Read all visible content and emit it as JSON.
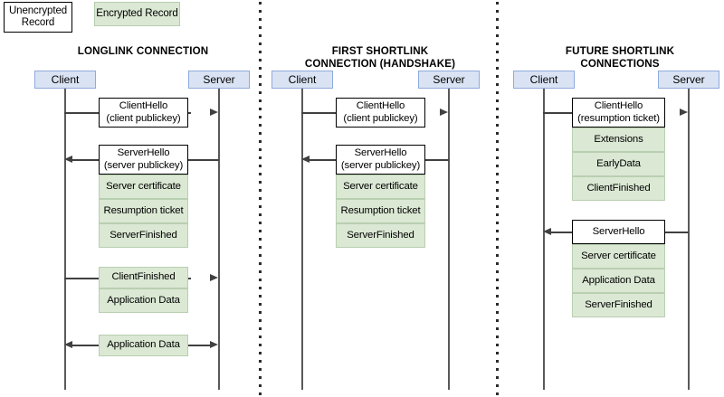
{
  "legend": {
    "unencrypted": "Unencrypted\nRecord",
    "encrypted": "Encrypted Record",
    "unencrypted_fill": "#ffffff",
    "encrypted_fill": "#dbe8d4"
  },
  "colors": {
    "actor_fill": "#dae3f3",
    "actor_border": "#8faadc",
    "encrypted_fill": "#dbe8d4",
    "encrypted_border": "#b9cfb1",
    "plain_fill": "#ffffff",
    "plain_border": "#000000",
    "lifeline": "#595959",
    "arrow": "#404040"
  },
  "columns": [
    {
      "title": "LONGLINK\nCONNECTION",
      "client_label": "Client",
      "server_label": "Server",
      "records": [
        {
          "text": "ClientHello\n(client publickey)",
          "type": "plain",
          "direction": "right"
        },
        {
          "text": "ServerHello\n(server publickey)",
          "type": "plain",
          "direction": "left"
        },
        {
          "text": "Server certificate",
          "type": "encrypted",
          "direction": "none"
        },
        {
          "text": "Resumption ticket",
          "type": "encrypted",
          "direction": "none"
        },
        {
          "text": "ServerFinished",
          "type": "encrypted",
          "direction": "none"
        },
        {
          "text": "ClientFinished",
          "type": "encrypted",
          "direction": "right"
        },
        {
          "text": "Application Data",
          "type": "encrypted",
          "direction": "none"
        },
        {
          "text": "Application Data",
          "type": "encrypted",
          "direction": "both"
        }
      ]
    },
    {
      "title": "FIRST SHORTLINK\nCONNECTION (HANDSHAKE)",
      "client_label": "Client",
      "server_label": "Server",
      "records": [
        {
          "text": "ClientHello\n(client publickey)",
          "type": "plain",
          "direction": "right"
        },
        {
          "text": "ServerHello\n(server publickey)",
          "type": "plain",
          "direction": "left"
        },
        {
          "text": "Server certificate",
          "type": "encrypted",
          "direction": "none"
        },
        {
          "text": "Resumption ticket",
          "type": "encrypted",
          "direction": "none"
        },
        {
          "text": "ServerFinished",
          "type": "encrypted",
          "direction": "none"
        }
      ]
    },
    {
      "title": "FUTURE SHORTLINK\nCONNECTIONS",
      "client_label": "Client",
      "server_label": "Server",
      "records": [
        {
          "text": "ClientHello\n(resumption ticket)",
          "type": "plain",
          "direction": "right"
        },
        {
          "text": "Extensions",
          "type": "encrypted",
          "direction": "none"
        },
        {
          "text": "EarlyData",
          "type": "encrypted",
          "direction": "none"
        },
        {
          "text": "ClientFinished",
          "type": "encrypted",
          "direction": "none"
        },
        {
          "text": "ServerHello",
          "type": "plain",
          "direction": "left"
        },
        {
          "text": "Server certificate",
          "type": "encrypted",
          "direction": "none"
        },
        {
          "text": "Application Data",
          "type": "encrypted",
          "direction": "none"
        },
        {
          "text": "ServerFinished",
          "type": "encrypted",
          "direction": "none"
        }
      ]
    }
  ]
}
